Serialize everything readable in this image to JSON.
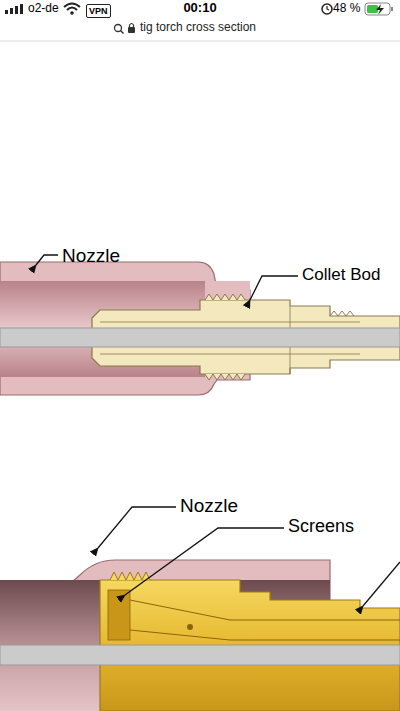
{
  "diagram": {
    "labels": [
      "o2-de",
      "VPN",
      "00:10",
      "48 %",
      "tig torch cross section",
      "Nozzle",
      "Collet Bod",
      "Nozzle",
      "Screens"
    ]
  }
}
